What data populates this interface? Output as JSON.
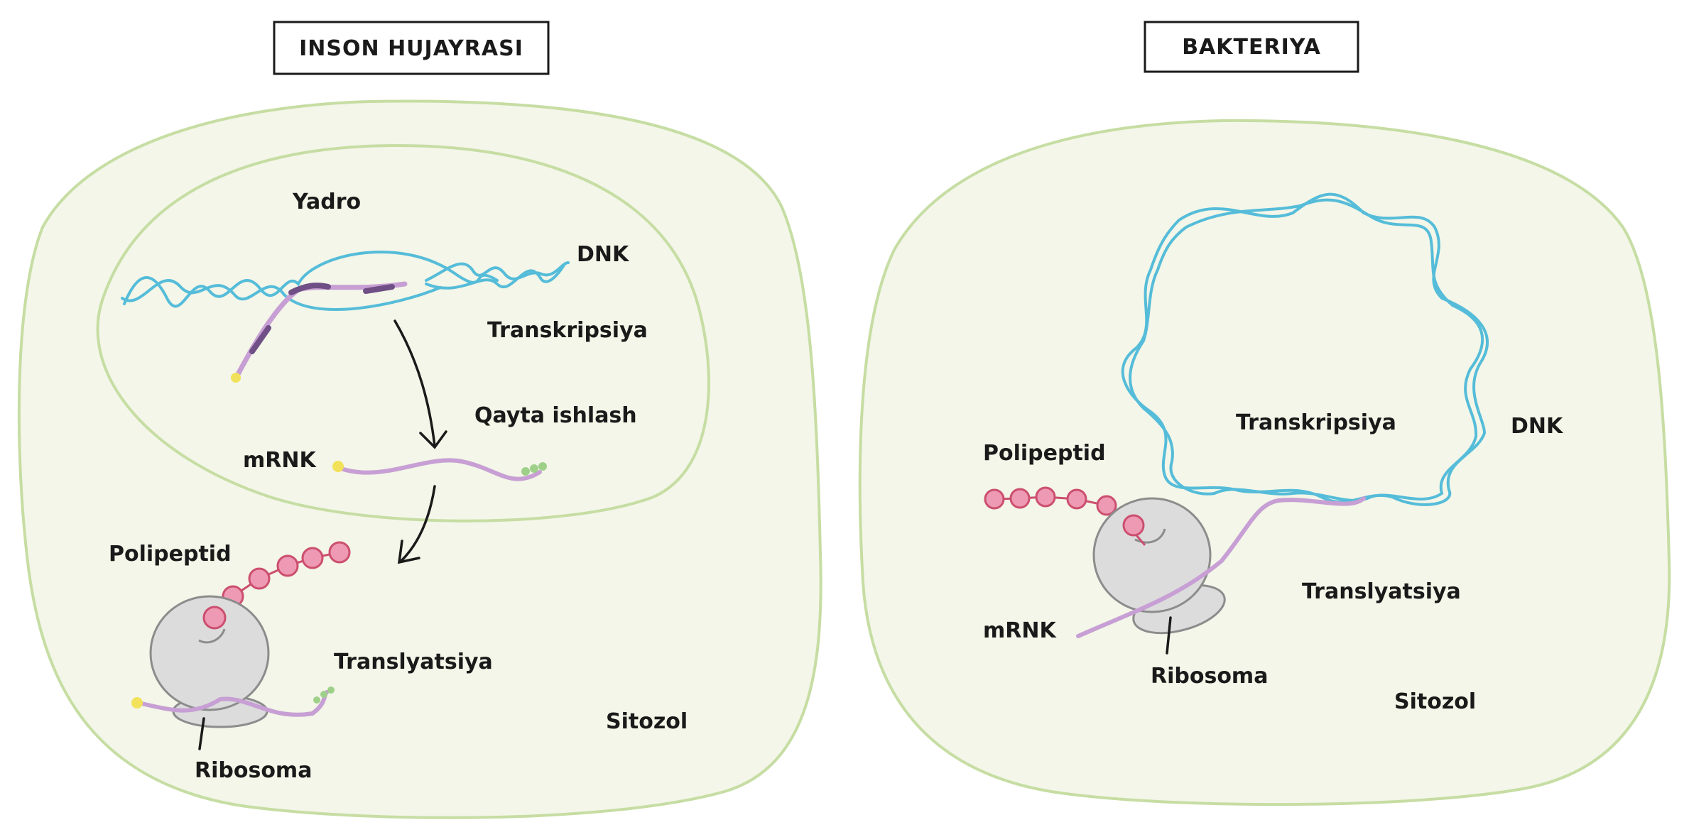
{
  "colors": {
    "cell_fill": "#f3f6e8",
    "cell_stroke": "#c6dda3",
    "dna": "#55bcd9",
    "mrna": "#c79fd4",
    "mrna_dark": "#6f4f86",
    "cap": "#f2e15a",
    "tail": "#9ed08a",
    "ribosome_fill": "#dcdcdc",
    "ribosome_stroke": "#8c8c8c",
    "peptide_fill": "#ee9ab4",
    "peptide_stroke": "#cc4f6f",
    "ink": "#1a1a1a"
  },
  "human": {
    "title": "INSON HUJAYRASI",
    "nucleus": "Yadro",
    "dna": "DNK",
    "transcription": "Transkripsiya",
    "processing": "Qayta ishlash",
    "mrna": "mRNK",
    "polypeptide": "Polipeptid",
    "translation": "Translyatsiya",
    "ribosome": "Ribosoma",
    "cytosol": "Sitozol"
  },
  "bacteria": {
    "title": "BAKTERIYA",
    "transcription": "Transkripsiya",
    "dna": "DNK",
    "polypeptide": "Polipeptid",
    "translation": "Translyatsiya",
    "mrna": "mRNK",
    "ribosome": "Ribosoma",
    "cytosol": "Sitozol"
  }
}
